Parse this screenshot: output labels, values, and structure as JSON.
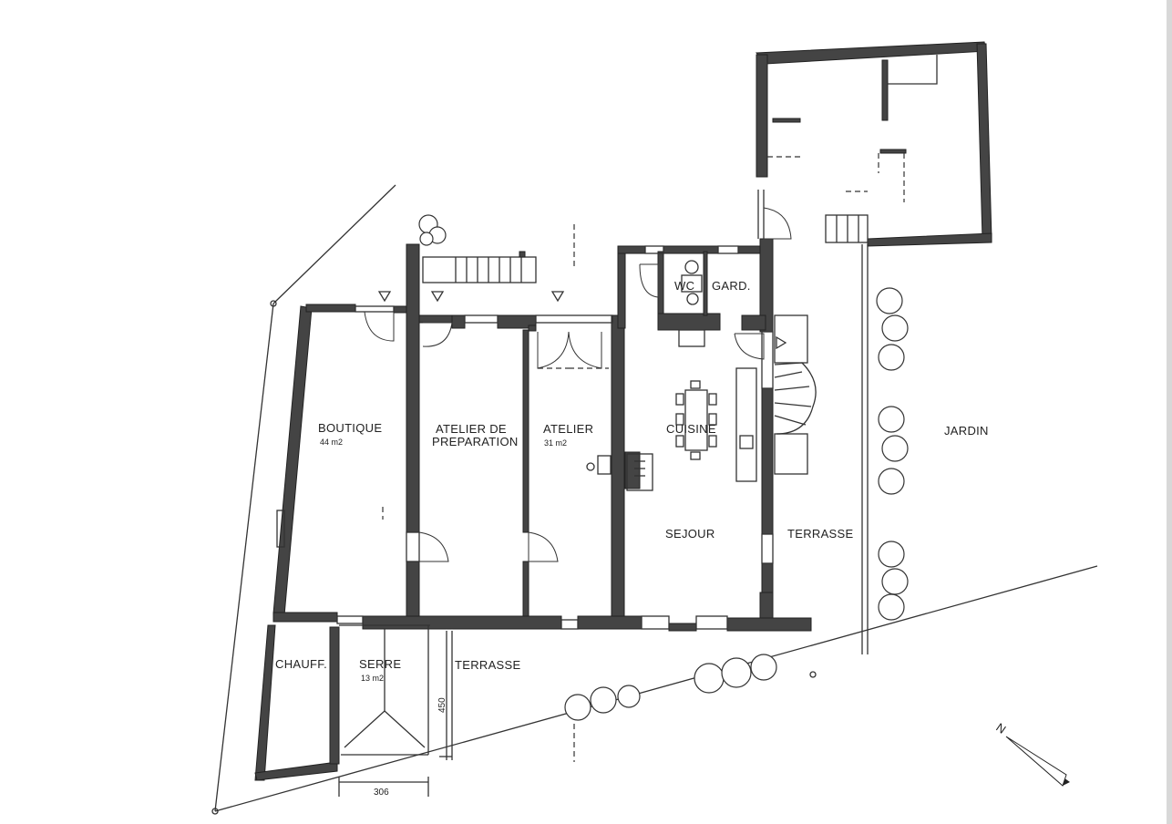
{
  "plan": {
    "rooms": [
      {
        "key": "boutique",
        "name": "BOUTIQUE",
        "area": "44 m2"
      },
      {
        "key": "atelier_prep_1",
        "name": "ATELIER DE"
      },
      {
        "key": "atelier_prep_2",
        "name": "PREPARATION"
      },
      {
        "key": "atelier",
        "name": "ATELIER",
        "area": "31 m2"
      },
      {
        "key": "cuisine",
        "name": "CUISINE"
      },
      {
        "key": "sejour",
        "name": "SEJOUR"
      },
      {
        "key": "wc",
        "name": "WC"
      },
      {
        "key": "gard",
        "name": "GARD."
      },
      {
        "key": "terrasse_east",
        "name": "TERRASSE"
      },
      {
        "key": "jardin",
        "name": "JARDIN"
      },
      {
        "key": "chauff",
        "name": "CHAUFF."
      },
      {
        "key": "serre",
        "name": "SERRE",
        "area": "13 m2"
      },
      {
        "key": "terrasse_south",
        "name": "TERRASSE"
      }
    ],
    "dimensions": {
      "width_label": "306",
      "depth_label": "450"
    },
    "north_label": "N"
  }
}
